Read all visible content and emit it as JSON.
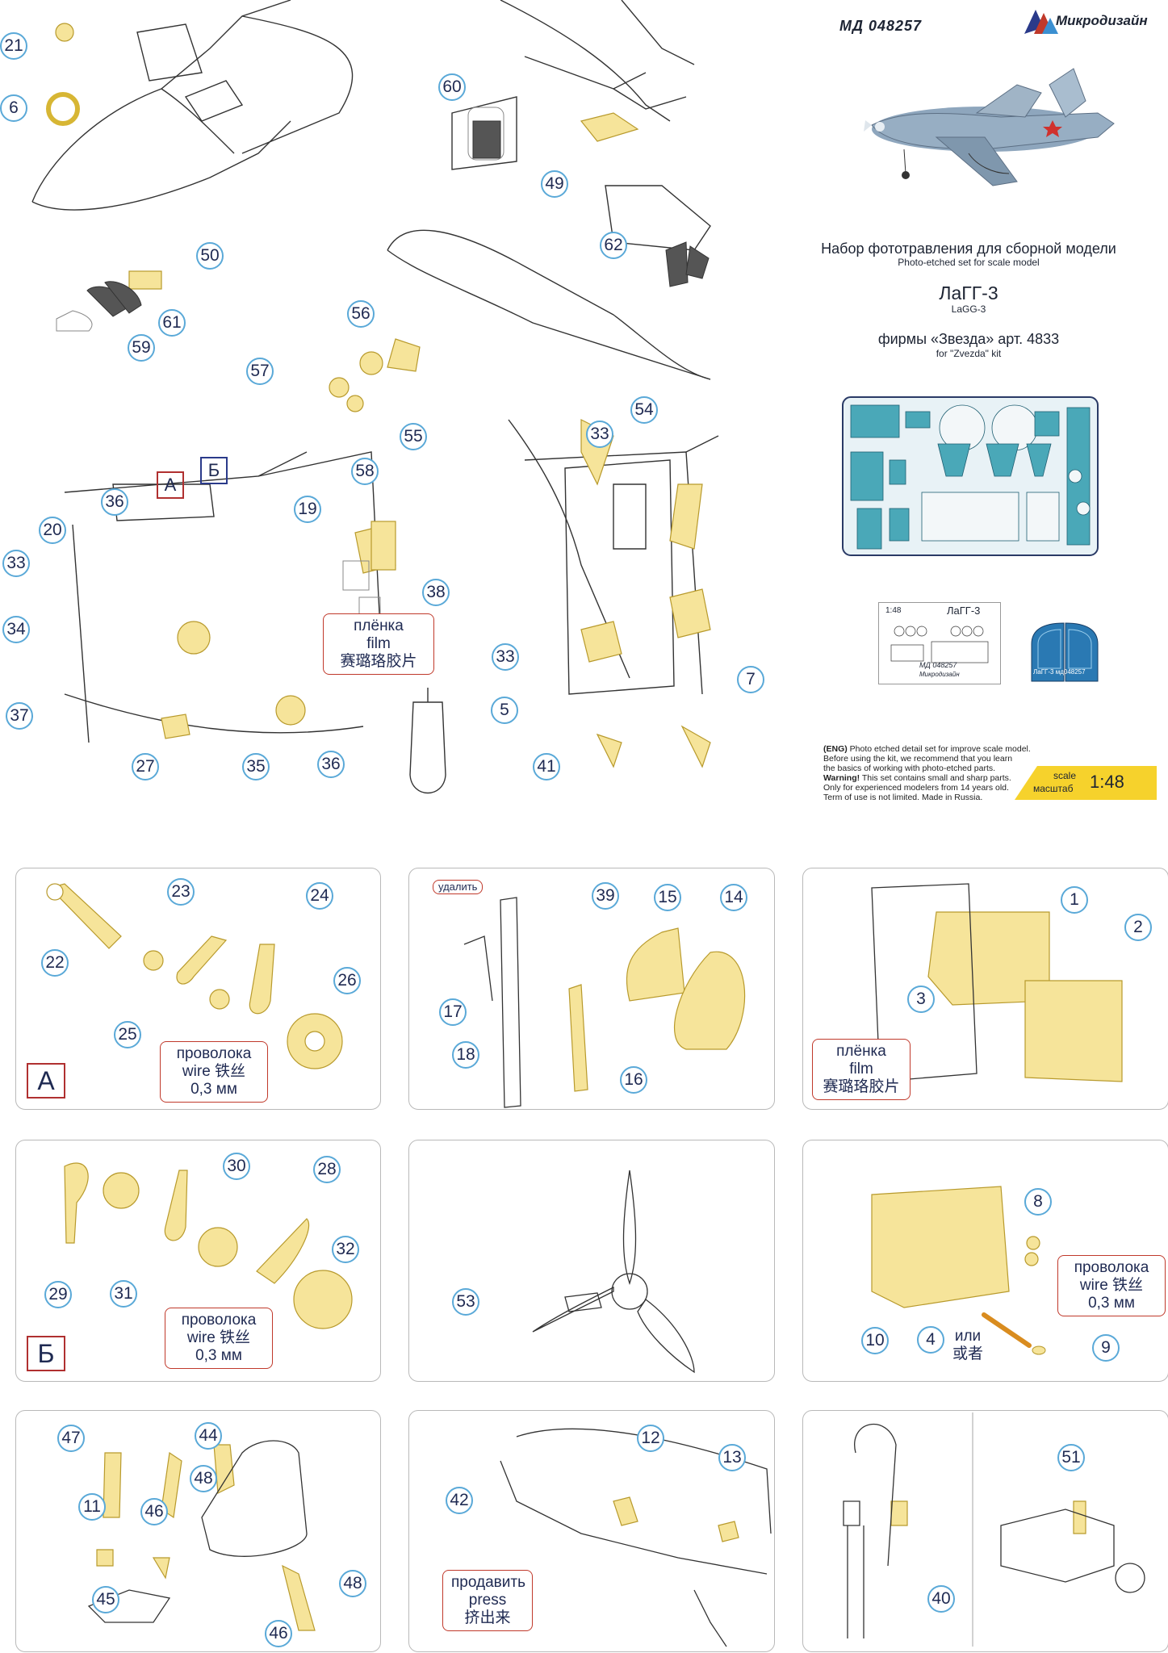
{
  "header": {
    "article": "МД 048257",
    "brand": "Микродизайн",
    "title_ru": "Набор фототравления для сборной модели",
    "title_en": "Photo-etched set for scale model",
    "model_ru": "ЛаГГ-3",
    "model_en": "LaGG-3",
    "kit_ru": "фирмы «Звезда» арт. 4833",
    "kit_en": "for \"Zvezda\" kit"
  },
  "thumb": {
    "scale": "1:48",
    "model": "ЛаГГ-3",
    "article": "МД 048257",
    "brand": "Микродизайн",
    "mask_label": "ЛаГГ-3 мд048257"
  },
  "warning": {
    "prefix": "(ENG)",
    "line1": " Photo etched detail set for improve scale model.",
    "line2": "Before using the kit, we recommend that you learn",
    "line3": "the basics of working with photo-etched parts.",
    "warn": "Warning!",
    "line4": " This set contains small and sharp parts.",
    "line5": "Only for experienced modelers from 14 years old.",
    "line6": "Term of use is not limited. Made in Russia."
  },
  "scale_badge": {
    "label_en": "scale",
    "label_ru": "масштаб",
    "value": "1:48"
  },
  "notes": {
    "film_ru": "плёнка",
    "film_en": "film",
    "film_cn": "赛璐珞胶片",
    "wire_ru": "проволока",
    "wire_en": "wire",
    "wire_cn": "铁丝",
    "wire_size": "0,3 мм",
    "press_ru": "продавить",
    "press_en": "press",
    "press_cn": "挤出来",
    "delete_ru": "удалить",
    "or_ru": "или",
    "or_cn": "或者"
  },
  "section_letters": {
    "a": "А",
    "b": "Б"
  },
  "callouts_top": [
    "21",
    "6",
    "50",
    "61",
    "59",
    "60",
    "49",
    "62",
    "56",
    "57",
    "55",
    "58",
    "54",
    "33",
    "36",
    "20",
    "19",
    "33",
    "34",
    "37",
    "27",
    "35",
    "36",
    "38",
    "33",
    "5",
    "7",
    "41"
  ],
  "callouts_panels": [
    "22",
    "23",
    "24",
    "25",
    "26",
    "39",
    "15",
    "14",
    "17",
    "18",
    "16",
    "1",
    "2",
    "3",
    "30",
    "28",
    "29",
    "31",
    "32",
    "53",
    "8",
    "10",
    "4",
    "9",
    "47",
    "44",
    "11",
    "46",
    "48",
    "45",
    "48",
    "46",
    "12",
    "13",
    "42",
    "40",
    "51"
  ],
  "colors": {
    "pe_yellow": "#f6e49a",
    "pe_outline": "#b89a2c",
    "callout_ring": "#5aa9d8",
    "callout_text": "#1f2a52",
    "note_border": "#c0392b",
    "fret_teal": "#4aa8b8",
    "scale_yellow": "#f6d22c"
  }
}
